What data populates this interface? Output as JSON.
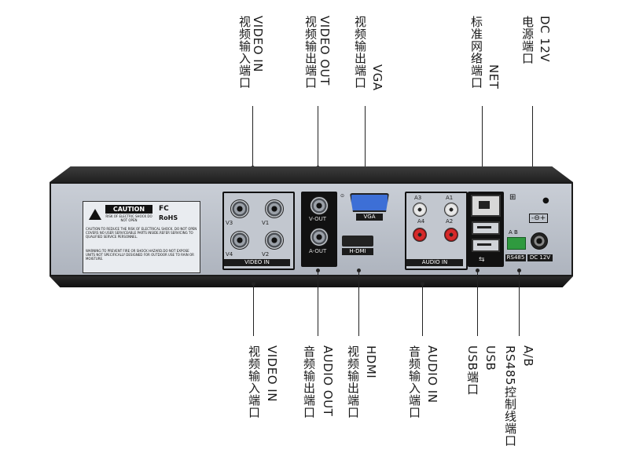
{
  "top_labels": [
    {
      "en": "VIDEO IN",
      "cn": "视频输入端口"
    },
    {
      "en": "VIDEO OUT",
      "cn": "视频输出端口"
    },
    {
      "en": "VGA",
      "cn": "视频输出端口"
    },
    {
      "en": "NET",
      "cn": "标准网络端口"
    },
    {
      "en": "DC 12V",
      "cn": "电源端口"
    }
  ],
  "bottom_labels": [
    {
      "en": "VIDEO IN",
      "cn": "视频输入端口"
    },
    {
      "en": "AUDIO OUT",
      "cn": "音频输出端口"
    },
    {
      "en": "HDMI",
      "cn": "视频输出端口"
    },
    {
      "en": "AUDIO IN",
      "cn": "音频输入端口"
    },
    {
      "en": "USB",
      "cn": "USB端口"
    },
    {
      "en": "A/B",
      "cn": "RS485控制线端口"
    }
  ],
  "device": {
    "caution_title": "CAUTION",
    "caution_sub": "RISK OF ELECTRIC SHOCK DO NOT OPEN",
    "fc": "FC",
    "rohs": "RoHS",
    "caution_text": "CAUTION:TO REDUCE THE RISK OF ELECTRICAL SHOCK. DO NOT OPEN COVERS NO USER SERVICEABLE PARTS INSIDE.REFER SERVICING TO QUALIFIED SERVICE PERSONNEL.",
    "warning_text": "WARNING:TO PREVENT FIRE OR SHOCK HAZARD.DO NOT EXPOSE UNITS NOT SPECIFICALLY DESIGNED FOR OUTDOOR USE TO RAIN OR MOISTURE.",
    "video_in_bar": "VIDEO IN",
    "bnc_labels": [
      "V3",
      "V1",
      "V4",
      "V2"
    ],
    "v_out": "V-OUT",
    "a_out": "A-OUT",
    "vga": "VGA",
    "hdmi": "H-DMI",
    "audio_ports": [
      "A3",
      "A1",
      "A4",
      "A2"
    ],
    "audio_in_bar": "AUDIO IN",
    "rs485_ab": "A  B",
    "rs485": "RS485",
    "dc": "DC 12V"
  }
}
